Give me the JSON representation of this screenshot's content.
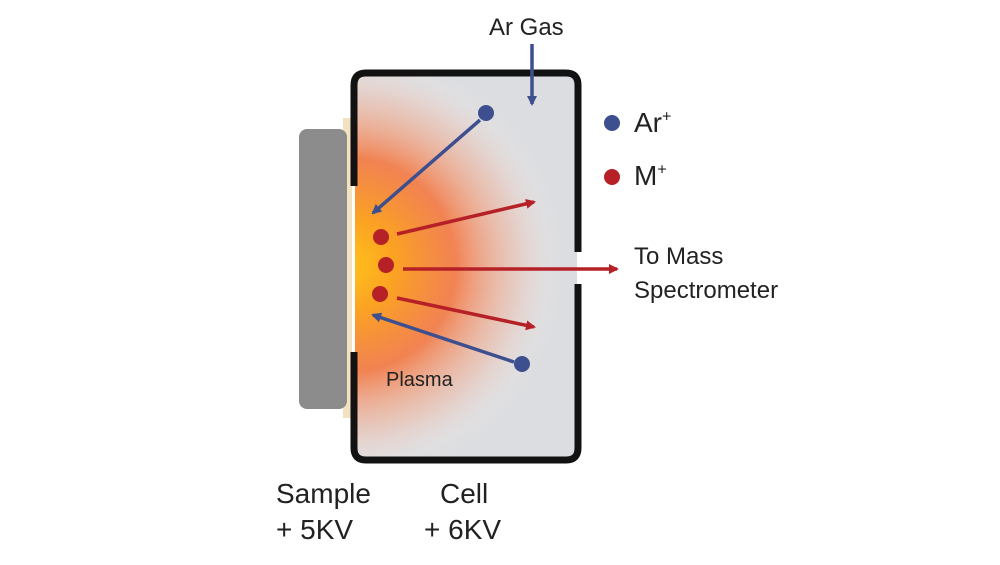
{
  "labels": {
    "ar_gas": "Ar Gas",
    "legend_ar": "Ar",
    "legend_ar_sup": "+",
    "legend_m": "M",
    "legend_m_sup": "+",
    "to_mass_line1": "To Mass",
    "to_mass_line2": "Spectrometer",
    "plasma": "Plasma",
    "sample_line1": "Sample",
    "sample_line2": "+ 5KV",
    "cell_line1": "Cell",
    "cell_line2": "+ 6KV"
  },
  "colors": {
    "ar_ion": "#3d4f8f",
    "metal_ion": "#b52126",
    "cell_fill": "#dcdde0",
    "cell_wall": "#121212",
    "sample": "#8c8c8c",
    "insulator": "#f3e2c0",
    "plasma_core": "#ffc21a",
    "plasma_mid": "#f5733a"
  }
}
